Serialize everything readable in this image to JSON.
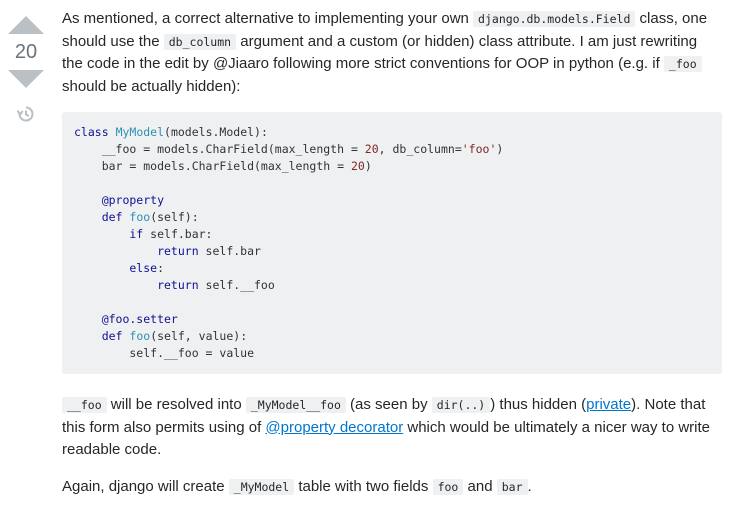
{
  "vote": {
    "count": "20"
  },
  "answer": {
    "p1": {
      "t1": "As mentioned, a correct alternative to implementing your own ",
      "c1": "django.db.models.Field",
      "t2": " class, one should use the ",
      "c2": "db_column",
      "t3": " argument and a custom (or hidden) class attribute. I am just rewriting the code in the edit by @Jiaaro following more strict conventions for OOP in python (e.g. if ",
      "c3": "_foo",
      "t4": " should be actually hidden):"
    },
    "code": {
      "l1_class": "class",
      "l1_name": "MyModel",
      "l1_rest": "(models.Model):",
      "l2_a": "    __foo = models.CharField(max_length = ",
      "l2_n": "20",
      "l2_b": ", db_column=",
      "l2_s": "'foo'",
      "l2_c": ")",
      "l3_a": "    bar = models.CharField(max_length = ",
      "l3_n": "20",
      "l3_b": ")",
      "l5": "    @property",
      "l6_def": "    def",
      "l6_fn": "foo",
      "l6_rest": "(self):",
      "l7_if": "        if",
      "l7_rest": " self.bar:",
      "l8_ret": "            return",
      "l8_rest": " self.bar",
      "l9_else": "        else",
      "l9_rest": ":",
      "l10_ret": "            return",
      "l10_rest": " self.__foo",
      "l12": "    @foo.setter",
      "l13_def": "    def",
      "l13_fn": "foo",
      "l13_rest": "(self, value):",
      "l14": "        self.__foo = value"
    },
    "p2": {
      "c1": "__foo",
      "t1": " will be resolved into ",
      "c2": "_MyModel__foo",
      "t2": " (as seen by ",
      "c3": "dir(..)",
      "t3": ") thus hidden (",
      "link1": "private",
      "t4": "). Note that this form also permits using of ",
      "link2": "@property decorator",
      "t5": " which would be ultimately a nicer way to write readable code."
    },
    "p3": {
      "t1": "Again, django will create ",
      "c1": "_MyModel",
      "t2": " table with two fields ",
      "c2": "foo",
      "t3": " and ",
      "c3": "bar",
      "t4": "."
    }
  },
  "colors": {
    "link": "#0077cc",
    "vote_arrow": "#bbc0c4",
    "code_bg": "#eff0f1",
    "keyword": "#101094",
    "type_name": "#2b91af",
    "literal": "#7d2727"
  },
  "icons": {
    "history": "history-icon"
  }
}
